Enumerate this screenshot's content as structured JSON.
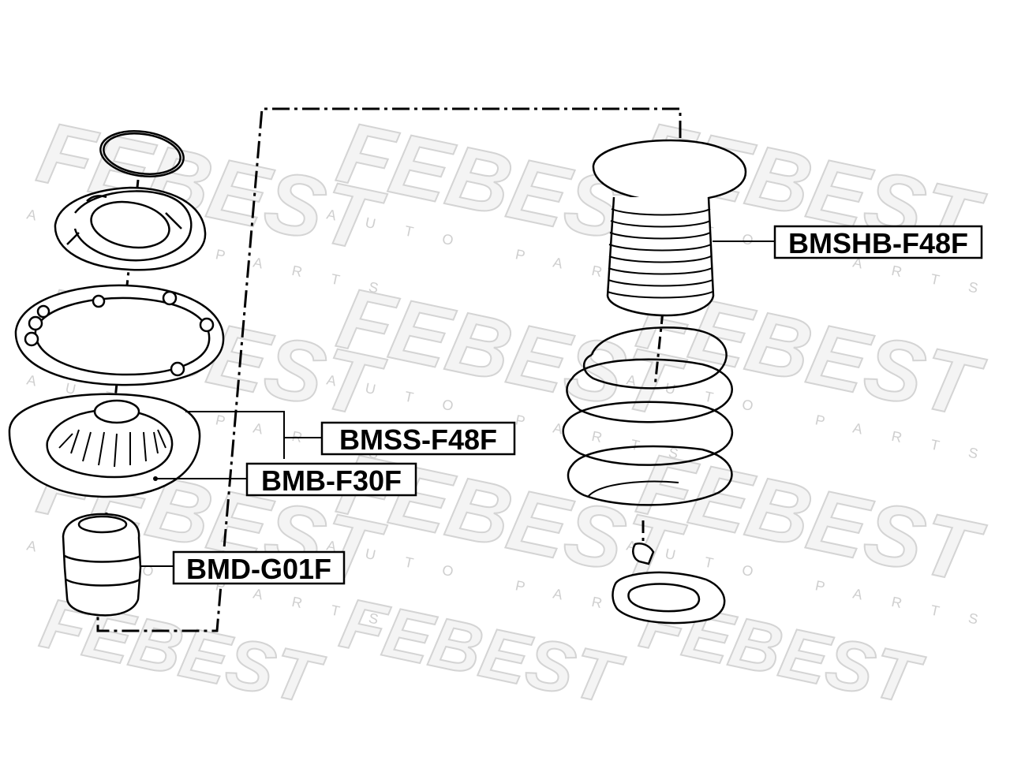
{
  "watermark": {
    "brand": "FEBEST",
    "tagline": "AUTO PARTS"
  },
  "parts": [
    {
      "id": "bmshb",
      "label": "BMSHB-F48F"
    },
    {
      "id": "bmss",
      "label": "BMSS-F48F"
    },
    {
      "id": "bmb",
      "label": "BMB-F30F"
    },
    {
      "id": "bmd",
      "label": "BMD-G01F"
    }
  ],
  "colors": {
    "line": "#000000",
    "watermark": "#dcdcdc",
    "background": "#ffffff"
  }
}
